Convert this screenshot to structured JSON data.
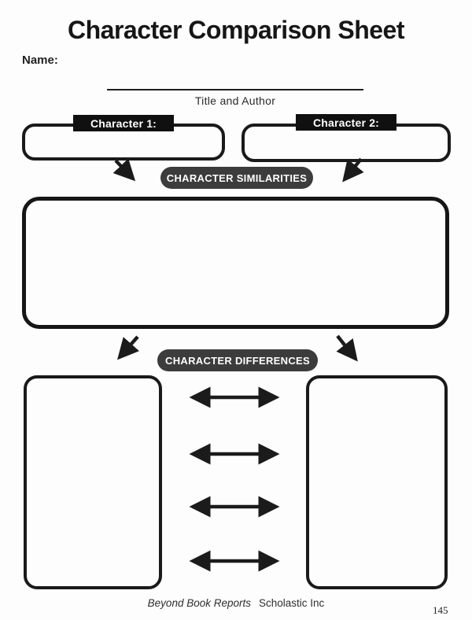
{
  "sheet": {
    "title": "Character Comparison Sheet",
    "name_label": "Name:",
    "book_line_caption": "Title and Author",
    "character1": {
      "label": "Character 1:"
    },
    "character2": {
      "label": "Character 2:"
    },
    "similarities": {
      "label": "CHARACTER SIMILARITIES"
    },
    "differences": {
      "label": "CHARACTER DIFFERENCES"
    },
    "footer": {
      "series": "Beyond Book Reports",
      "publisher": "Scholastic Inc",
      "page_number": "145"
    },
    "icons": {
      "converge_left": "arrow-down-right",
      "converge_right": "arrow-down-left",
      "diverge_left": "arrow-down-left",
      "diverge_right": "arrow-down-right",
      "compare": "double-headed-horizontal-arrow"
    },
    "colors": {
      "ink": "#1c1c1c",
      "badge_bg": "#101010",
      "pill_bg": "#3c3c3c",
      "paper": "#fdfdfd"
    }
  }
}
